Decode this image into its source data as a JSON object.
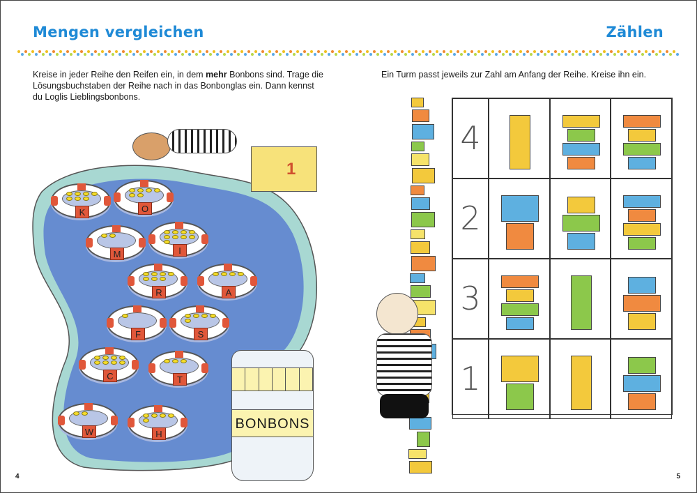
{
  "left_page": {
    "title": "Mengen vergleichen",
    "instruction_pre": "Kreise in jeder Reihe den Reifen ein, in dem ",
    "instruction_bold": "mehr",
    "instruction_post": " Bonbons sind. Trage die Lösungsbuchstaben der Reihe nach in das Bonbonglas ein. Dann kennst du Loglis Lieblingsbonbons.",
    "page_number": "4",
    "podium_number": "1",
    "jar_label": "BONBONS",
    "jar_answer_boxes": 6,
    "rows": [
      {
        "left": {
          "letter": "K",
          "candies": 7
        },
        "right": {
          "letter": "O",
          "candies": 6
        }
      },
      {
        "left": {
          "letter": "M",
          "candies": 2
        },
        "right": {
          "letter": "I",
          "candies": 9
        }
      },
      {
        "left": {
          "letter": "R",
          "candies": 7
        },
        "right": {
          "letter": "A",
          "candies": 4
        }
      },
      {
        "left": {
          "letter": "F",
          "candies": 1
        },
        "right": {
          "letter": "S",
          "candies": 5
        }
      },
      {
        "left": {
          "letter": "C",
          "candies": 8
        },
        "right": {
          "letter": "T",
          "candies": 3
        }
      },
      {
        "left": {
          "letter": "W",
          "candies": 2
        },
        "right": {
          "letter": "H",
          "candies": 5
        }
      }
    ]
  },
  "right_page": {
    "title": "Zählen",
    "instruction": "Ein Turm passt jeweils zur Zahl am Anfang der Reihe. Kreise ihn ein.",
    "page_number": "5",
    "rows": [
      {
        "number": "4"
      },
      {
        "number": "2"
      },
      {
        "number": "3"
      },
      {
        "number": "1"
      }
    ]
  },
  "colors": {
    "title": "#1f8ad6",
    "water": "#5b7fd0",
    "buoy_stripe": "#e0573a"
  }
}
